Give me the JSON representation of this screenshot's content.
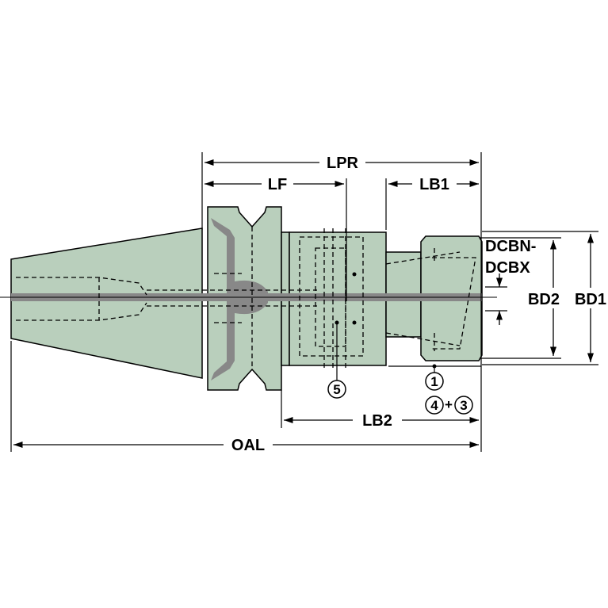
{
  "colors": {
    "body": "#b9cfbc",
    "shaded": "#888888",
    "line": "#000000",
    "background": "#ffffff"
  },
  "dimensions": {
    "lpr": "LPR",
    "lf": "LF",
    "lb1": "LB1",
    "lb2": "LB2",
    "oal": "OAL",
    "dcbn": "DCBN-",
    "dcbx": "DCBX",
    "bd2": "BD2",
    "bd1": "BD1"
  },
  "callouts": {
    "c1": "1",
    "c3": "3",
    "c4": "4",
    "c5": "5",
    "plus": "+"
  }
}
